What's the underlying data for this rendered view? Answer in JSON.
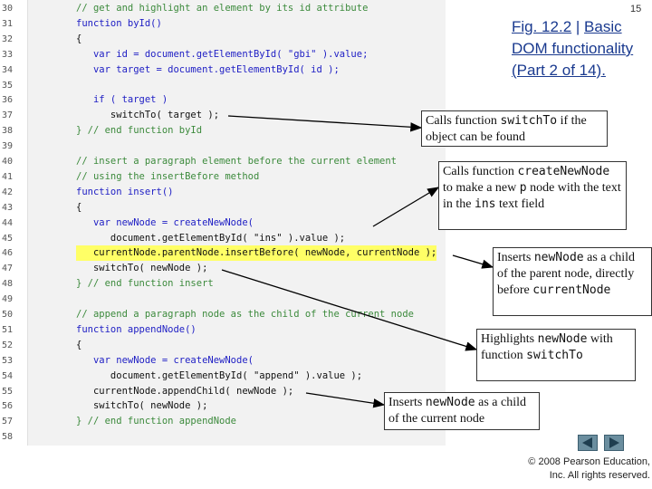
{
  "page_number": "15",
  "figure": {
    "fig_label": "Fig. 12.2",
    "separator": " | ",
    "title": "Basic DOM functionality (Part 2 of 14)."
  },
  "code_lines": [
    {
      "num": "30",
      "text": "// get and highlight an element by its id attribute",
      "kind": "comment"
    },
    {
      "num": "31",
      "text": "function byId()",
      "kind": "kw"
    },
    {
      "num": "32",
      "text": "{",
      "kind": "plain"
    },
    {
      "num": "33",
      "text": "   var id = document.getElementById( \"gbi\" ).value;",
      "kind": "kw"
    },
    {
      "num": "34",
      "text": "   var target = document.getElementById( id );",
      "kind": "kw"
    },
    {
      "num": "35",
      "text": "",
      "kind": "plain"
    },
    {
      "num": "36",
      "text": "   if ( target )",
      "kind": "kw"
    },
    {
      "num": "37",
      "text": "      switchTo( target );",
      "kind": "plain"
    },
    {
      "num": "38",
      "text": "} // end function byId",
      "kind": "comment"
    },
    {
      "num": "39",
      "text": "",
      "kind": "plain"
    },
    {
      "num": "40",
      "text": "// insert a paragraph element before the current element",
      "kind": "comment"
    },
    {
      "num": "41",
      "text": "// using the insertBefore method",
      "kind": "comment"
    },
    {
      "num": "42",
      "text": "function insert()",
      "kind": "kw"
    },
    {
      "num": "43",
      "text": "{",
      "kind": "plain"
    },
    {
      "num": "44",
      "text": "   var newNode = createNewNode(",
      "kind": "kw"
    },
    {
      "num": "45",
      "text": "      document.getElementById( \"ins\" ).value );",
      "kind": "plain"
    },
    {
      "num": "46",
      "text": "   currentNode.parentNode.insertBefore( newNode, currentNode );",
      "kind": "highlight"
    },
    {
      "num": "47",
      "text": "   switchTo( newNode );",
      "kind": "plain"
    },
    {
      "num": "48",
      "text": "} // end function insert",
      "kind": "comment"
    },
    {
      "num": "49",
      "text": "",
      "kind": "plain"
    },
    {
      "num": "50",
      "text": "// append a paragraph node as the child of the current node",
      "kind": "comment"
    },
    {
      "num": "51",
      "text": "function appendNode()",
      "kind": "kw"
    },
    {
      "num": "52",
      "text": "{",
      "kind": "plain"
    },
    {
      "num": "53",
      "text": "   var newNode = createNewNode(",
      "kind": "kw"
    },
    {
      "num": "54",
      "text": "      document.getElementById( \"append\" ).value );",
      "kind": "plain"
    },
    {
      "num": "55",
      "text": "   currentNode.appendChild( newNode );",
      "kind": "plain"
    },
    {
      "num": "56",
      "text": "   switchTo( newNode );",
      "kind": "plain"
    },
    {
      "num": "57",
      "text": "} // end function appendNode",
      "kind": "comment"
    },
    {
      "num": "58",
      "text": "",
      "kind": "plain"
    }
  ],
  "callouts": {
    "c1": {
      "a": "Calls function ",
      "m1": "switchTo",
      "b": " if the object can be found"
    },
    "c2": {
      "a": "Calls function ",
      "m1": "createNewNode",
      "b": " to make a new ",
      "m2": "p",
      "c": " node with the text in the ",
      "m3": "ins",
      "d": " text field"
    },
    "c3": {
      "a": "Inserts ",
      "m1": "newNode",
      "b": " as a child of the parent node, directly before ",
      "m2": "currentNode"
    },
    "c4": {
      "a": "Highlights ",
      "m1": "newNode",
      "b": " with function ",
      "m2": "switchTo"
    },
    "c5": {
      "a": "Inserts ",
      "m1": "newNode",
      "b": " as a child of the current node"
    }
  },
  "copyright": {
    "line1": "© 2008 Pearson Education,",
    "line2": "Inc.  All rights reserved."
  },
  "icons": {
    "prev": "triangle-left-icon",
    "next": "triangle-right-icon"
  },
  "colors": {
    "title": "#1a3a8f",
    "comment": "#3c8a3c",
    "keyword": "#1d1dc4",
    "highlight": "#ffff66"
  }
}
